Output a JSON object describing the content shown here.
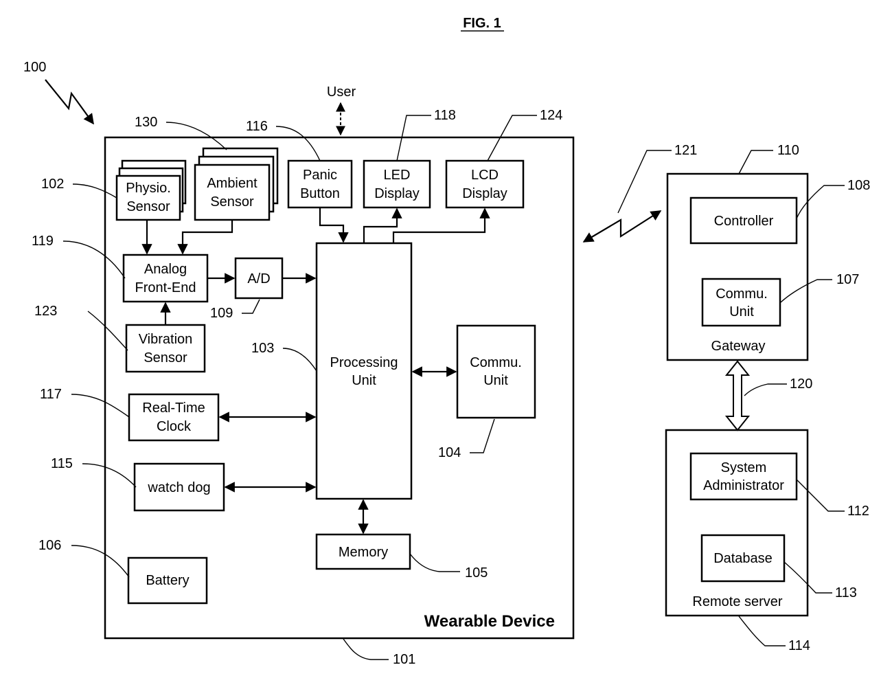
{
  "figure_title": "FIG. 1",
  "refs": {
    "system": "100",
    "wearable": "101",
    "physio": "102",
    "processing": "103",
    "commu_device": "104",
    "memory": "105",
    "battery": "106",
    "commu_gateway": "107",
    "controller": "108",
    "ad": "109",
    "gateway": "110",
    "sysadmin": "112",
    "database": "113",
    "remote": "114",
    "watchdog": "115",
    "panic": "116",
    "rtc": "117",
    "led": "118",
    "afe": "119",
    "link": "120",
    "wireless": "121",
    "vibration": "123",
    "lcd": "124",
    "ambient": "130"
  },
  "labels": {
    "user": "User",
    "physio_l1": "Physio.",
    "physio_l2": "Sensor",
    "ambient_l1": "Ambient",
    "ambient_l2": "Sensor",
    "panic_l1": "Panic",
    "panic_l2": "Button",
    "led_l1": "LED",
    "led_l2": "Display",
    "lcd_l1": "LCD",
    "lcd_l2": "Display",
    "afe_l1": "Analog",
    "afe_l2": "Front-End",
    "ad": "A/D",
    "vibration_l1": "Vibration",
    "vibration_l2": "Sensor",
    "processing_l1": "Processing",
    "processing_l2": "Unit",
    "commu_l1": "Commu.",
    "commu_l2": "Unit",
    "rtc_l1": "Real-Time",
    "rtc_l2": "Clock",
    "watchdog": "watch dog",
    "memory": "Memory",
    "battery": "Battery",
    "wearable_device": "Wearable Device",
    "controller": "Controller",
    "gw_commu_l1": "Commu.",
    "gw_commu_l2": "Unit",
    "gateway": "Gateway",
    "sysadmin_l1": "System",
    "sysadmin_l2": "Administrator",
    "database": "Database",
    "remote_server": "Remote server"
  }
}
